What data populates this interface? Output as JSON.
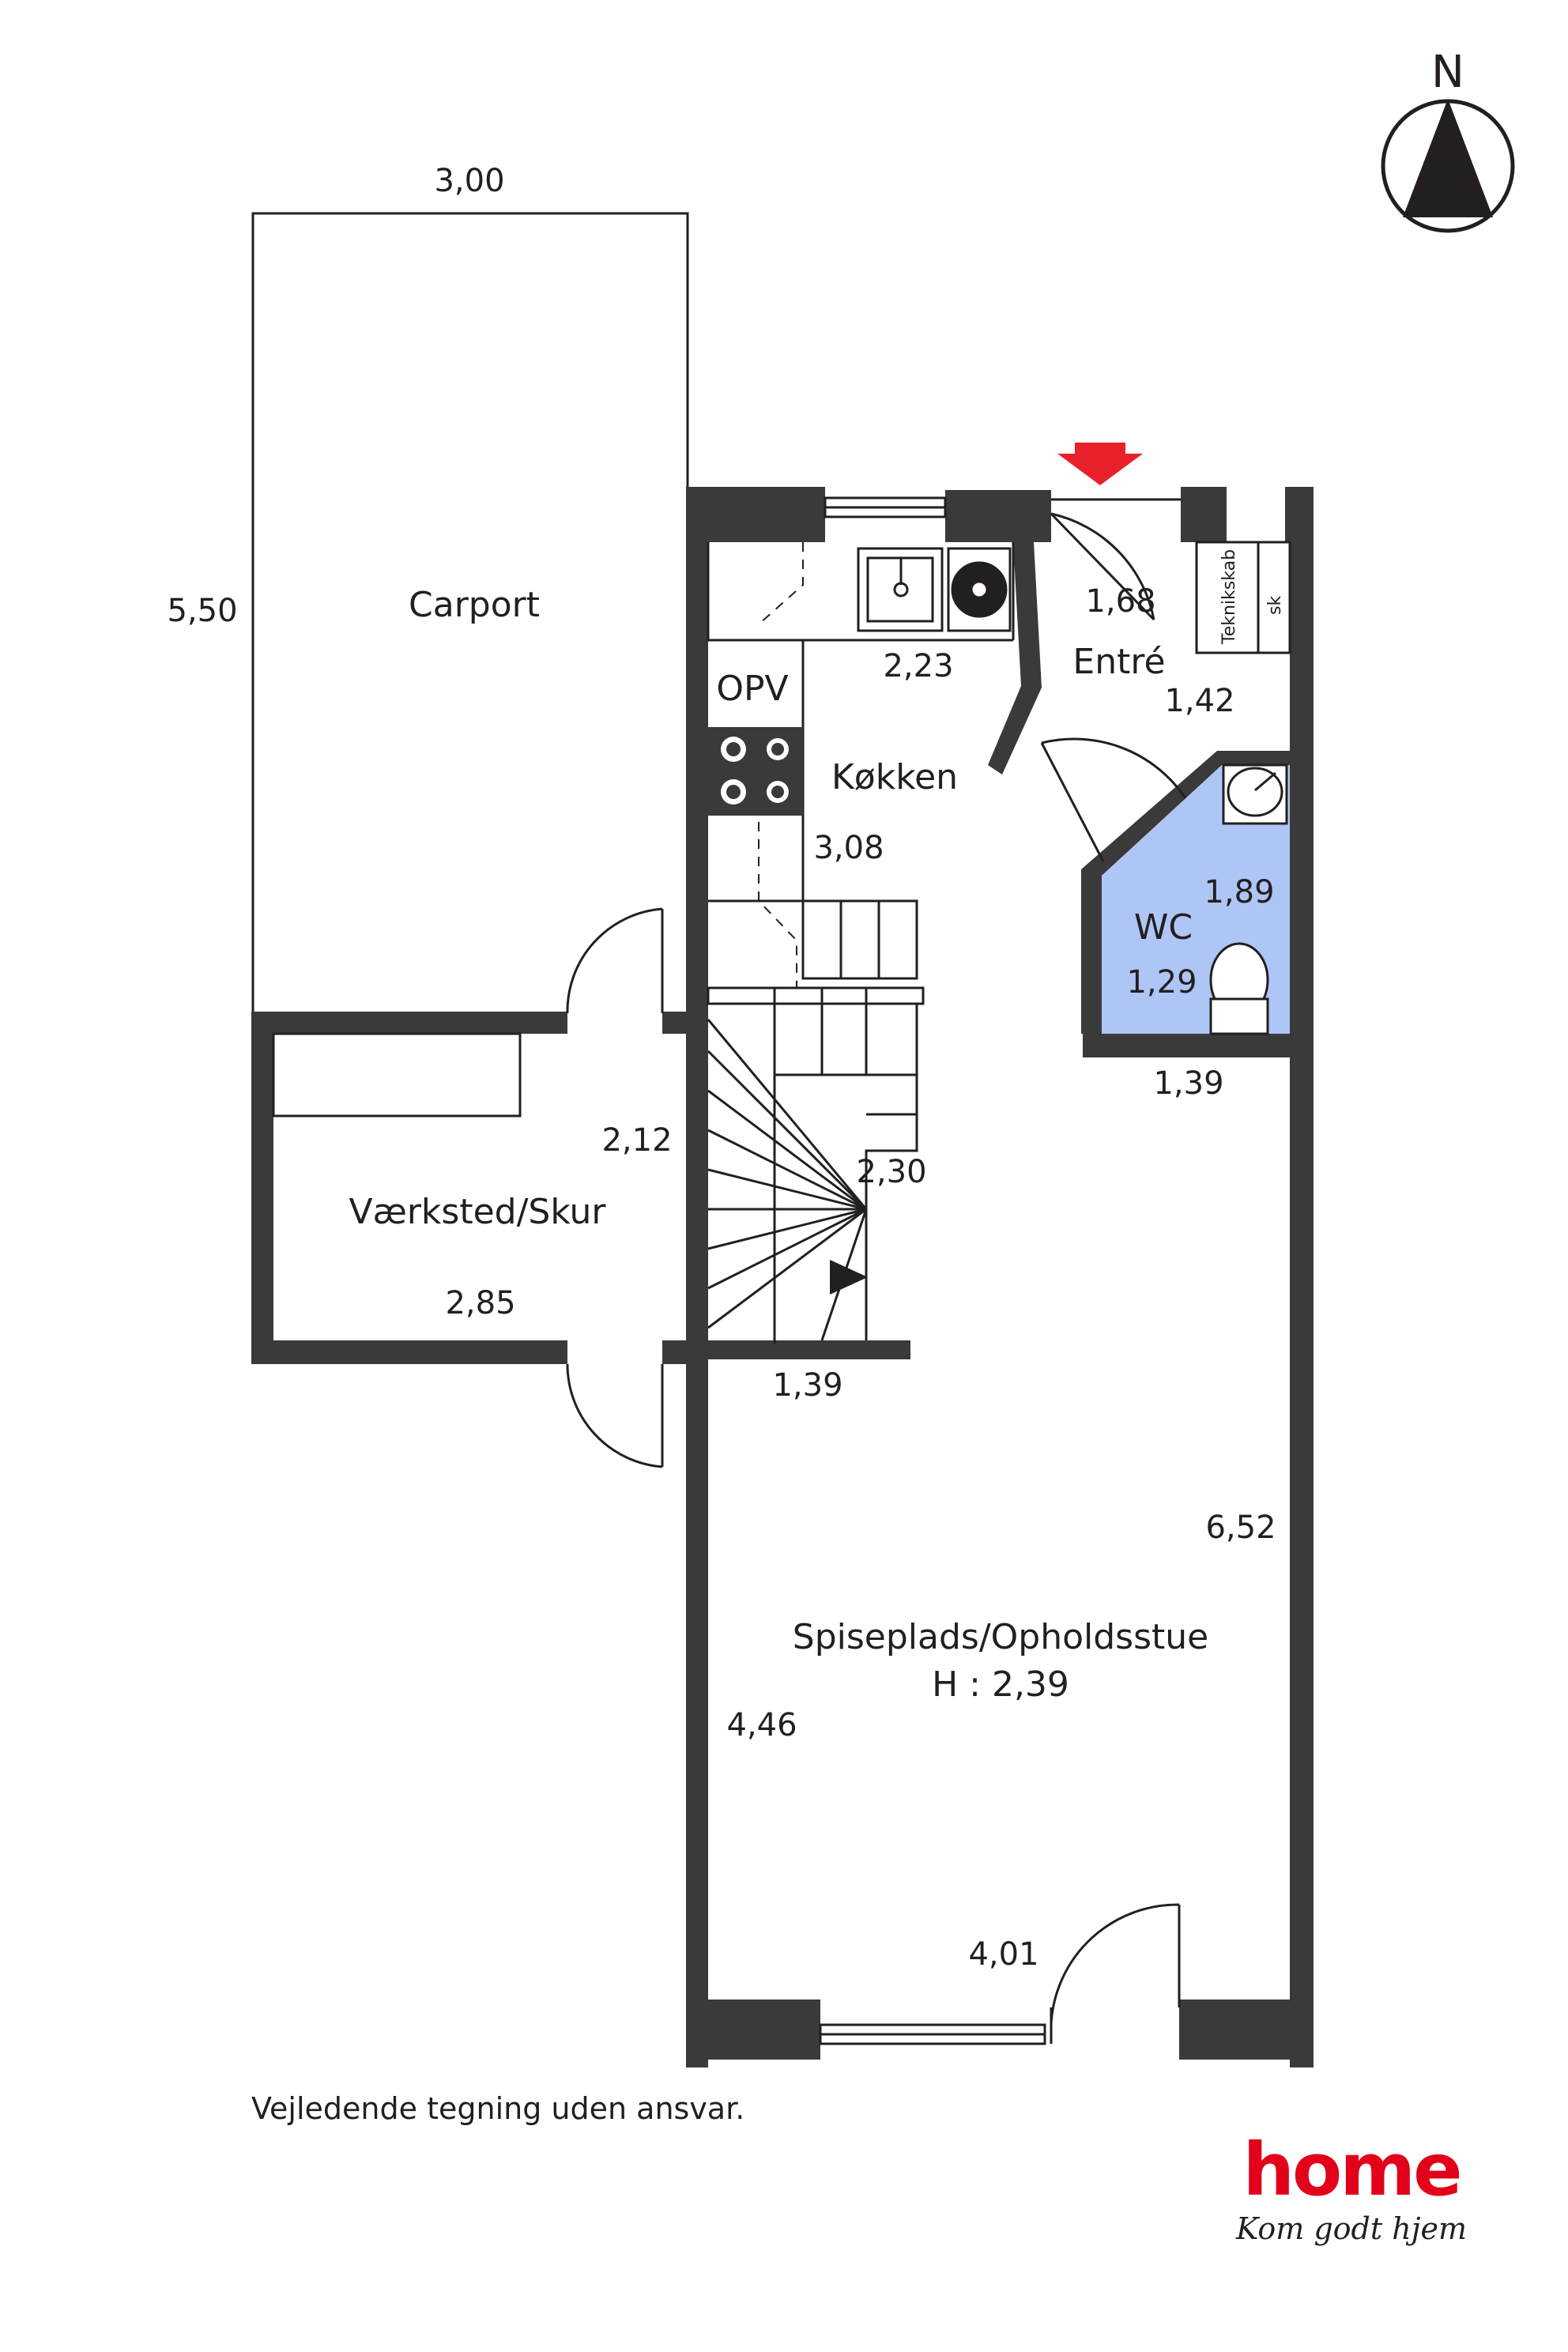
{
  "compass": {
    "label": "N",
    "icon": "north-arrow-icon"
  },
  "rooms": {
    "carport": {
      "name": "Carport",
      "width": "3,00",
      "depth": "5,50"
    },
    "kitchen": {
      "name": "Køkken",
      "fixture_opv": "OPV",
      "dim_a": "2,23",
      "dim_b": "3,08"
    },
    "entry": {
      "name": "Entré",
      "dim_a": "1,68",
      "dim_b": "1,42",
      "cabinet": "Teknikskab",
      "cabinet_short": "sk"
    },
    "wc": {
      "name": "WC",
      "dim_a": "1,89",
      "dim_b": "1,29",
      "dim_c": "1,39"
    },
    "workshop": {
      "name": "Værksted/Skur",
      "dim_a": "2,12",
      "dim_b": "2,85"
    },
    "stairs": {
      "dim_a": "2,30",
      "dim_b": "1,39"
    },
    "living": {
      "name": "Spiseplads/Opholdsstue",
      "height": "H : 2,39",
      "dim_a": "6,52",
      "dim_b": "4,46",
      "dim_c": "4,01"
    }
  },
  "entrance_marker": {
    "icon": "entrance-arrow-icon",
    "color": "#e8202a"
  },
  "colors": {
    "wall": "#3a3a3a",
    "wc_fill": "#aec6f5",
    "line": "#231f20"
  },
  "disclaimer": "Vejledende tegning uden ansvar.",
  "brand": {
    "name": "home",
    "tagline": "Kom godt hjem",
    "color": "#e2001a"
  }
}
